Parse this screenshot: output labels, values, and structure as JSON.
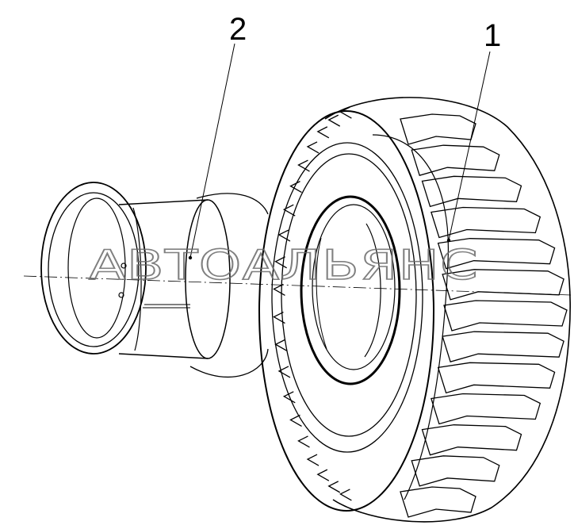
{
  "callouts": {
    "tire_label": "1",
    "rim_label": "2"
  },
  "parts": {
    "tire_icon": "tire-icon",
    "rim_icon": "wheel-rim-icon"
  },
  "watermark": "АВТОАЛЬЯНС",
  "colors": {
    "line": "#000000",
    "watermark": "#6a6a6a",
    "background": "#ffffff"
  }
}
